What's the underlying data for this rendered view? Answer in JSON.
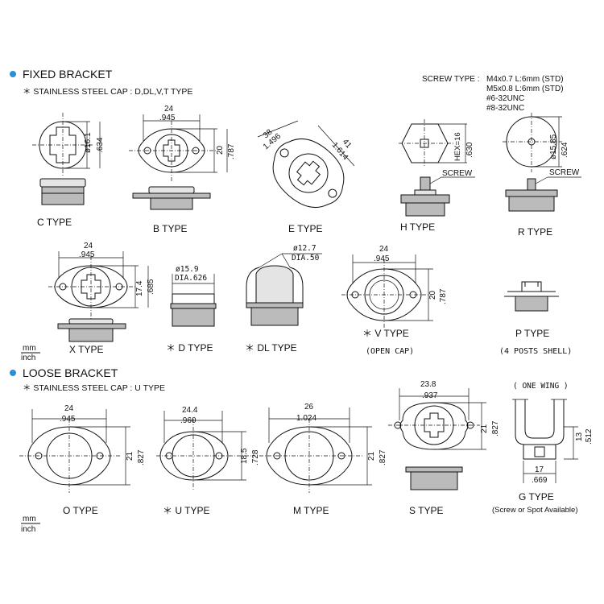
{
  "fixed": {
    "heading": "FIXED BRACKET",
    "subheading": "＊ STAINLESS STEEL CAP : D,DL,V,T TYPE"
  },
  "loose": {
    "heading": "LOOSE BRACKET",
    "subheading": "＊ STAINLESS STEEL CAP : U TYPE"
  },
  "screw_type": {
    "label": "SCREW TYPE :",
    "options": [
      "M4x0.7  L:6mm (STD)",
      "M5x0.8  L:6mm (STD)",
      "#6-32UNC",
      "#8-32UNC"
    ]
  },
  "units": {
    "top": "mm",
    "bottom": "inch"
  },
  "accent": "#2a8fd6",
  "parts": {
    "c": {
      "label": "C TYPE",
      "d1": "ø16.1",
      "d2": ".634"
    },
    "b": {
      "label": "B TYPE",
      "w1": "24",
      "w2": ".945",
      "h1": "20",
      "h2": ".787"
    },
    "e": {
      "label": "E TYPE",
      "a1": "38",
      "a2": "1.496",
      "b1": "41",
      "b2": "1.614"
    },
    "h": {
      "label": "H TYPE",
      "d1": "HEX=16",
      "d2": ".630",
      "screw": "SCREW"
    },
    "r": {
      "label": "R TYPE",
      "d1": "ø15.85",
      "d2": ".624",
      "screw": "SCREW"
    },
    "x": {
      "label": "X TYPE",
      "w1": "24",
      "w2": ".945",
      "h1": "17.4",
      "h2": ".685"
    },
    "d": {
      "label": "＊ D TYPE",
      "d1": "ø15.9",
      "d2": "DIA.626"
    },
    "dl": {
      "label": "＊ DL TYPE",
      "d1": "ø12.7",
      "d2": "DIA.50"
    },
    "v": {
      "label": "＊ V TYPE",
      "sub": "(OPEN CAP)",
      "w1": "24",
      "w2": ".945",
      "h1": "20",
      "h2": ".787"
    },
    "p": {
      "label": "P TYPE",
      "sub": "(4 POSTS SHELL)"
    },
    "o": {
      "label": "O TYPE",
      "w1": "24",
      "w2": ".945",
      "h1": "21",
      "h2": ".827"
    },
    "u": {
      "label": "＊ U TYPE",
      "w1": "24.4",
      "w2": ".960",
      "h1": "18.5",
      "h2": ".728"
    },
    "m": {
      "label": "M TYPE",
      "w1": "26",
      "w2": "1.024",
      "h1": "21",
      "h2": ".827"
    },
    "s": {
      "label": "S TYPE",
      "w1": "23.8",
      "w2": ".937",
      "h1": "21",
      "h2": ".827"
    },
    "g": {
      "label": "G TYPE",
      "sub": "(Screw or Spot Available)",
      "top": "( ONE WING )",
      "w1": "17",
      "w2": ".669",
      "h1": "13",
      "h2": ".512"
    }
  }
}
